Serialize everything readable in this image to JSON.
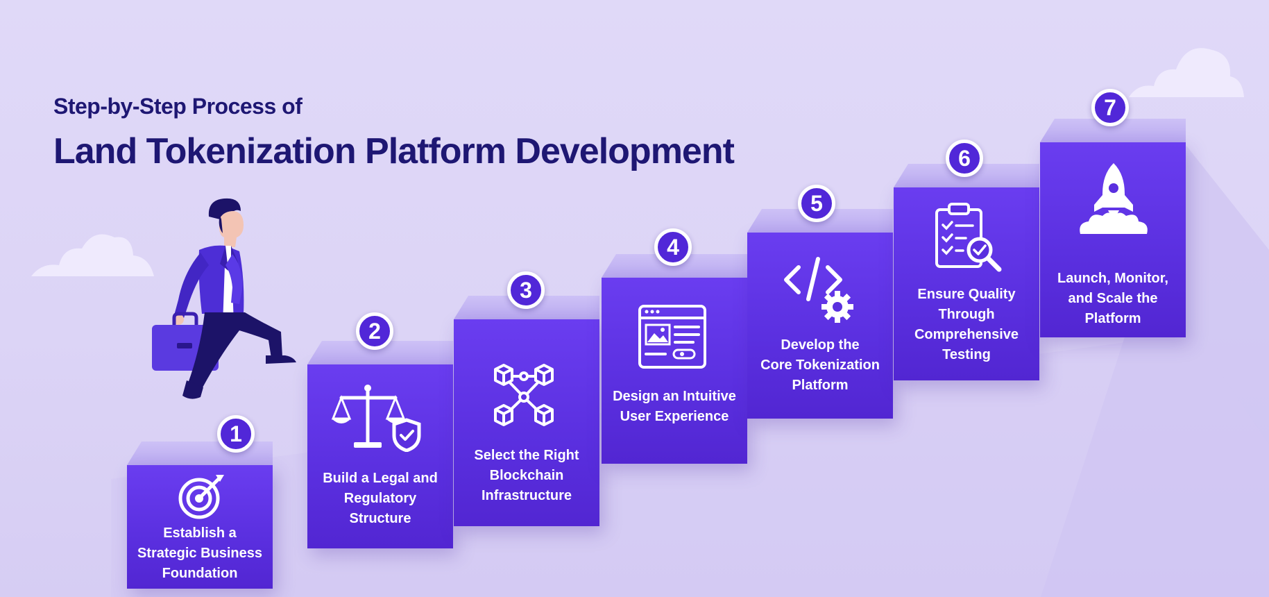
{
  "header": {
    "subtitle": "Step-by-Step Process of",
    "title": "Land Tokenization Platform Development"
  },
  "colors": {
    "title": "#1e1773",
    "step_face": "#5a2fdf",
    "badge": "#5127d8",
    "background": "#dcd4f6"
  },
  "steps": [
    {
      "number": "1",
      "label": "Establish a\nStrategic Business\nFoundation",
      "icon": "target-icon"
    },
    {
      "number": "2",
      "label": "Build a Legal and\nRegulatory\nStructure",
      "icon": "scales-shield-icon"
    },
    {
      "number": "3",
      "label": "Select the Right\nBlockchain\nInfrastructure",
      "icon": "blockchain-network-icon"
    },
    {
      "number": "4",
      "label": "Design an Intuitive\nUser Experience",
      "icon": "browser-window-icon"
    },
    {
      "number": "5",
      "label": "Develop the\nCore Tokenization\nPlatform",
      "icon": "code-gear-icon"
    },
    {
      "number": "6",
      "label": "Ensure Quality\nThrough\nComprehensive\nTesting",
      "icon": "checklist-magnifier-icon"
    },
    {
      "number": "7",
      "label": "Launch, Monitor,\nand Scale the\nPlatform",
      "icon": "rocket-icon"
    }
  ]
}
